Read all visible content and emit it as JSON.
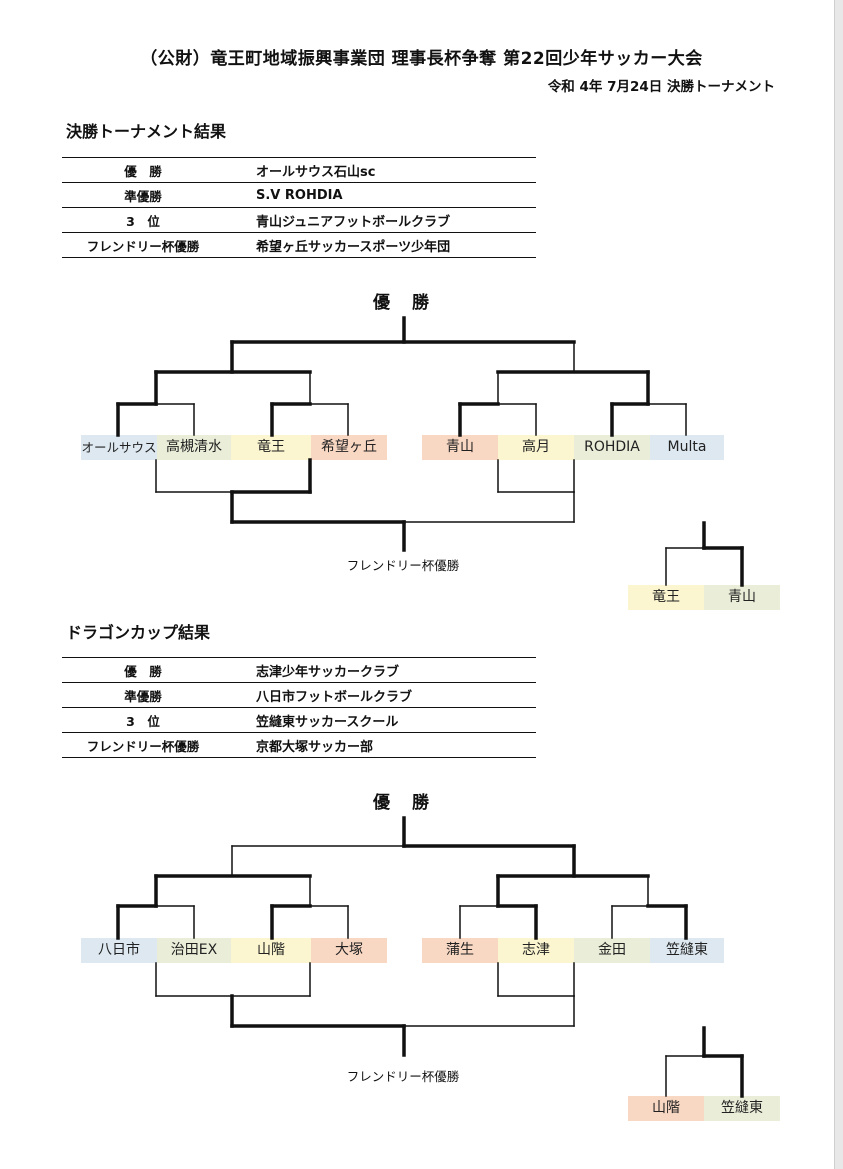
{
  "document": {
    "title": "（公財）竜王町地域振興事業団 理事長杯争奪 第22回少年サッカー大会",
    "subtitle": "令和 4年 7月24日 決勝トーナメント"
  },
  "colors": {
    "blue": "#dde8f0",
    "green": "#eaedd8",
    "yellow": "#fbf6cf",
    "orange": "#f8d7c3"
  },
  "sections": [
    {
      "heading": "決勝トーナメント結果",
      "results": [
        {
          "rank": "優　勝",
          "team": "オールサウス石山sc"
        },
        {
          "rank": "準優勝",
          "team": "S.V ROHDIA"
        },
        {
          "rank": "3　位",
          "team": "青山ジュニアフットボールクラブ"
        },
        {
          "rank": "フレンドリー杯優勝",
          "team": "希望ヶ丘サッカースポーツ少年団"
        }
      ],
      "bracket": {
        "winner_label": "優 勝",
        "friendly_label": "フレンドリー杯優勝",
        "teams": [
          {
            "name": "オールサウス",
            "color": "blue"
          },
          {
            "name": "高槻清水",
            "color": "green"
          },
          {
            "name": "竜王",
            "color": "yellow"
          },
          {
            "name": "希望ヶ丘",
            "color": "orange"
          },
          {
            "name": "青山",
            "color": "orange"
          },
          {
            "name": "高月",
            "color": "yellow"
          },
          {
            "name": "ROHDIA",
            "color": "green"
          },
          {
            "name": "Multa",
            "color": "blue"
          }
        ],
        "extra_match": [
          {
            "name": "竜王",
            "color": "yellow"
          },
          {
            "name": "青山",
            "color": "green"
          }
        ]
      }
    },
    {
      "heading": "ドラゴンカップ結果",
      "results": [
        {
          "rank": "優　勝",
          "team": "志津少年サッカークラブ"
        },
        {
          "rank": "準優勝",
          "team": "八日市フットボールクラブ"
        },
        {
          "rank": "3　位",
          "team": "笠縫東サッカースクール"
        },
        {
          "rank": "フレンドリー杯優勝",
          "team": "京都大塚サッカー部"
        }
      ],
      "bracket": {
        "winner_label": "優 勝",
        "friendly_label": "フレンドリー杯優勝",
        "teams": [
          {
            "name": "八日市",
            "color": "blue"
          },
          {
            "name": "治田EX",
            "color": "green"
          },
          {
            "name": "山階",
            "color": "yellow"
          },
          {
            "name": "大塚",
            "color": "orange"
          },
          {
            "name": "蒲生",
            "color": "orange"
          },
          {
            "name": "志津",
            "color": "yellow"
          },
          {
            "name": "金田",
            "color": "green"
          },
          {
            "name": "笠縫東",
            "color": "blue"
          }
        ],
        "extra_match": [
          {
            "name": "山階",
            "color": "orange"
          },
          {
            "name": "笠縫東",
            "color": "green"
          }
        ]
      }
    }
  ]
}
